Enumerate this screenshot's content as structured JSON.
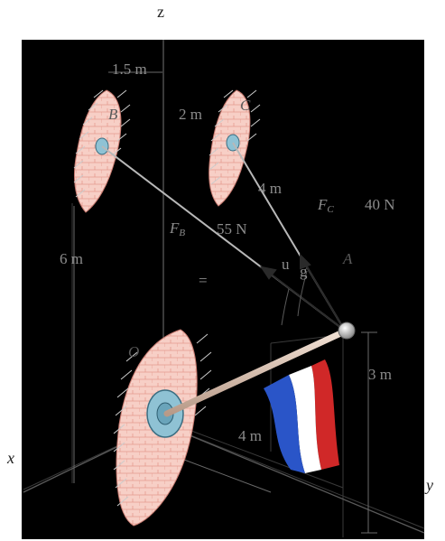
{
  "axes": {
    "x": "x",
    "y": "y",
    "z": "z"
  },
  "points": {
    "O": "O",
    "A": "A",
    "B": "B",
    "C": "C"
  },
  "forces": {
    "FB": {
      "symbol": "F",
      "subscript": "B",
      "magnitude": "55 N"
    },
    "FC": {
      "symbol": "F",
      "subscript": "C",
      "magnitude": "40 N"
    }
  },
  "dimensions": {
    "d_15": "1.5 m",
    "d_2": "2 m",
    "d_4_upper": "4 m",
    "d_6": "6 m",
    "d_3": "3 m",
    "d_4_lower": "4 m"
  },
  "angle_labels": {
    "u": "u",
    "g": "g",
    "eq": "="
  },
  "colors": {
    "background": "#000000",
    "wall": "#f6c7bd",
    "anchor": "#7fb7cc",
    "flag_red": "#d02828",
    "flag_blue": "#2a55c8",
    "flag_white": "#ffffff",
    "rod": "#e0c8b8",
    "cable": "#b8b8b8"
  }
}
